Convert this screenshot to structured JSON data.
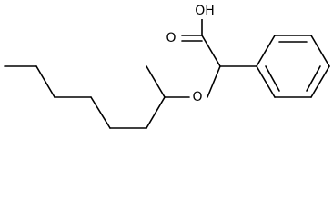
{
  "molecule": {
    "atom_labels": {
      "hydroxyl": "OH",
      "carbonyl_oxygen": "O",
      "ether_oxygen": "O"
    },
    "colors": {
      "bond": "#000000",
      "label": "#000000",
      "background": "#ffffff"
    }
  }
}
